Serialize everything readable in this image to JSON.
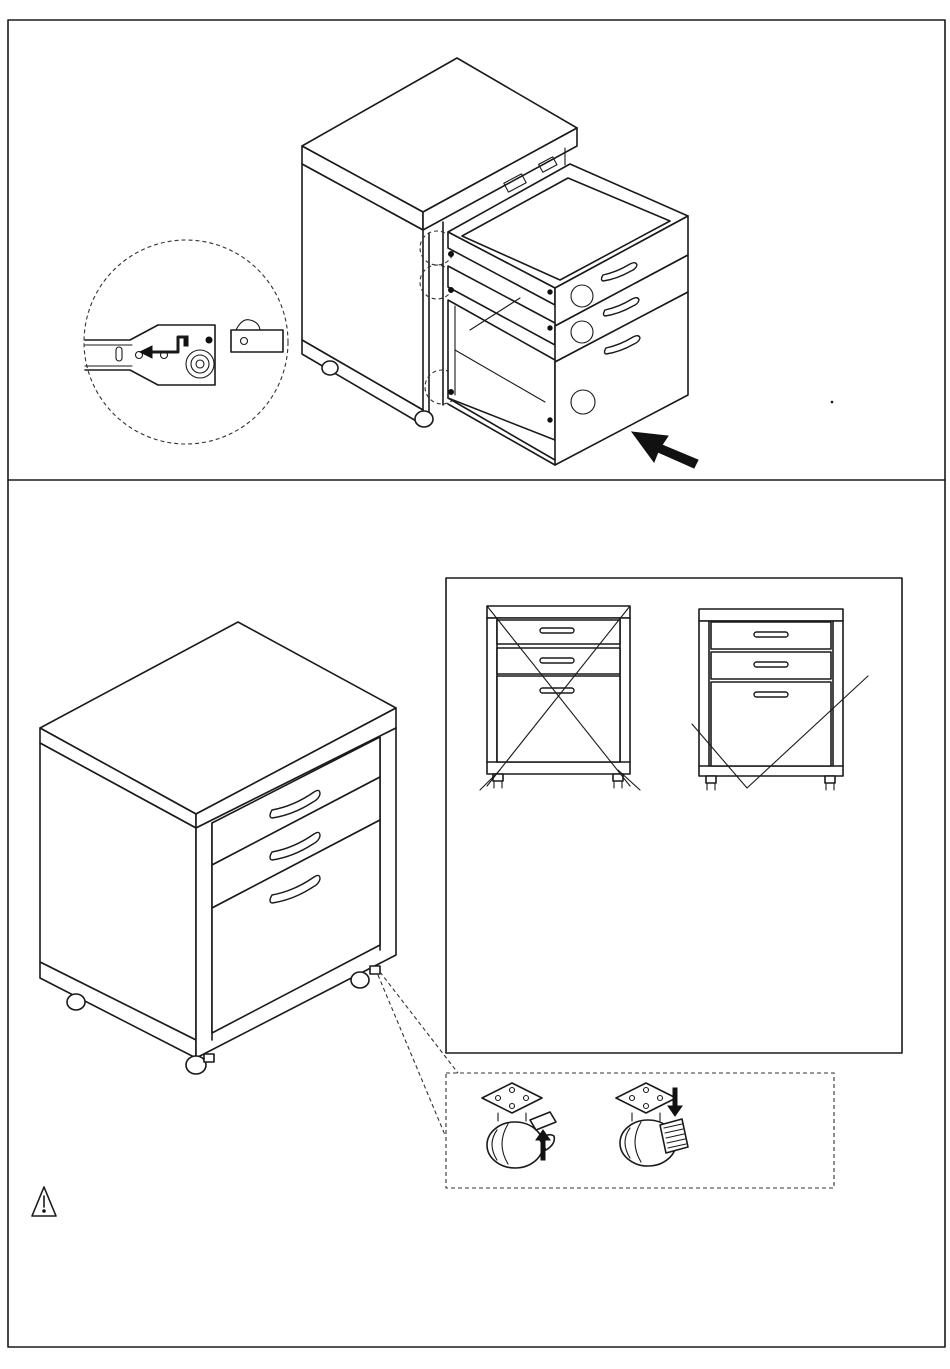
{
  "page": {
    "title": "",
    "background": "#ffffff",
    "line_color": "#1a1a1a"
  },
  "steps": [
    {
      "name": "insert-drawers",
      "parts": [
        "cabinet-body",
        "top-drawer",
        "middle-drawer",
        "file-drawer",
        "drawer-runner-detail",
        "push-arrow"
      ]
    },
    {
      "name": "level-and-lock-casters",
      "parts": [
        "assembled-cabinet",
        "front-view-incorrect",
        "front-view-correct",
        "caster-unlocked",
        "caster-locked",
        "warning-icon"
      ]
    }
  ],
  "icons": [
    "warning-triangle-icon",
    "push-arrow-icon",
    "lock-arrow-icon",
    "unlock-arrow-icon",
    "incorrect-cross-icon",
    "correct-check-icon"
  ]
}
